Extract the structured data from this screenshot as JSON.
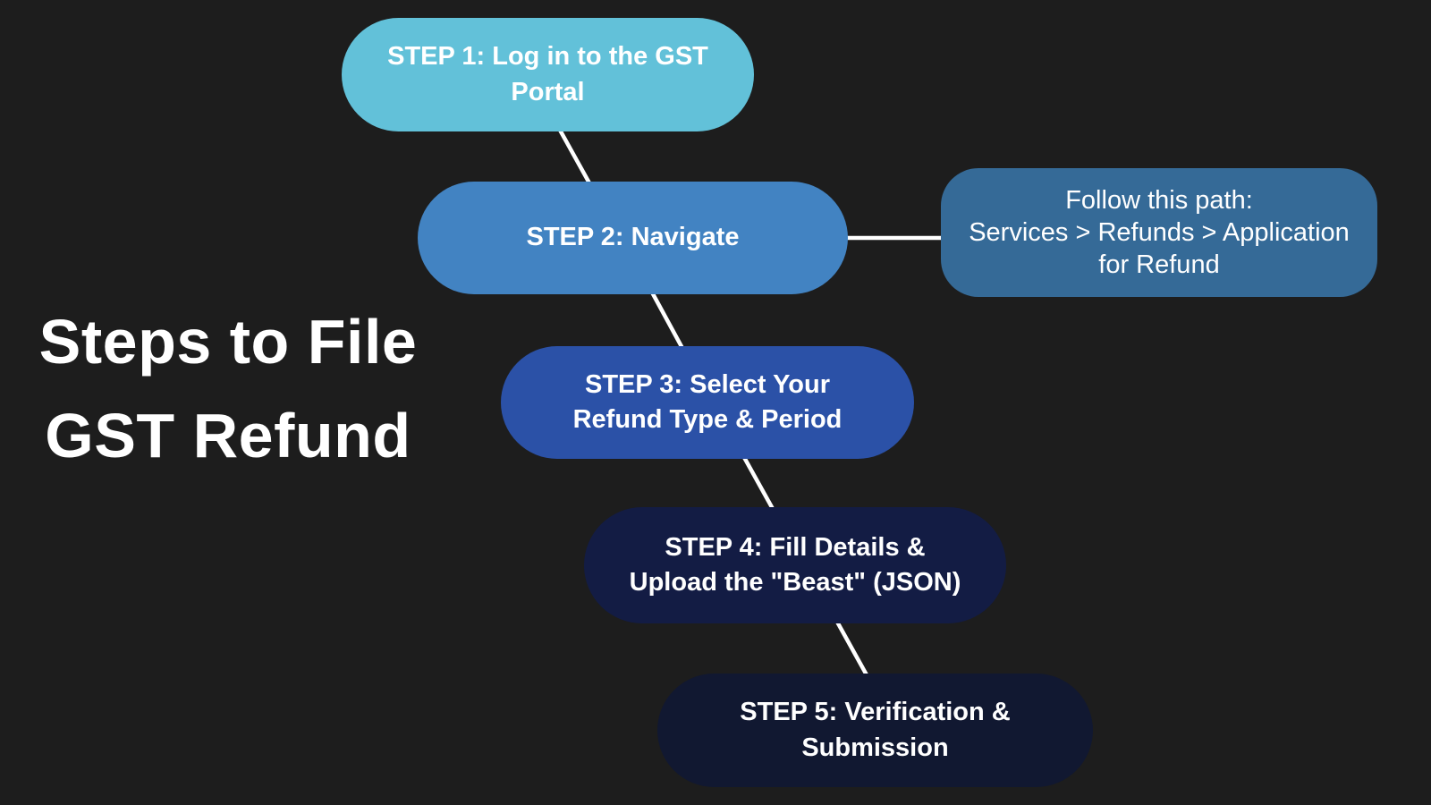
{
  "title": {
    "label": "Steps to File GST Refund",
    "lines": [
      "Steps to File",
      "GST Refund"
    ]
  },
  "steps": [
    {
      "label": "STEP 1: Log in to the GST Portal",
      "lines": [
        "STEP 1: Log in to the GST",
        "Portal"
      ],
      "fill": "#62C1D9"
    },
    {
      "label": "STEP 2: Navigate",
      "lines": [
        "STEP 2: Navigate"
      ],
      "fill": "#4283C2"
    },
    {
      "label": "STEP 3: Select Your Refund Type & Period",
      "lines": [
        "STEP 3: Select Your",
        "Refund Type & Period"
      ],
      "fill": "#2B51A7"
    },
    {
      "label": "STEP 4: Fill Details & Upload the \"Beast\" (JSON)",
      "lines": [
        "STEP 4: Fill Details &",
        "Upload the \"Beast\" (JSON)"
      ],
      "fill": "#131C44"
    },
    {
      "label": "STEP 5: Verification & Submission",
      "lines": [
        "STEP 5: Verification &",
        "Submission"
      ],
      "fill": "#111831"
    }
  ],
  "note": {
    "label": "Follow this path: Services > Refunds > Application for Refund",
    "lines": [
      "Follow this path:",
      "Services > Refunds > Application",
      "for Refund"
    ],
    "fill": "#356A97"
  },
  "colors": {
    "background": "#1D1D1D",
    "text": "#FFFFFF",
    "connector": "#FFFFFF"
  }
}
